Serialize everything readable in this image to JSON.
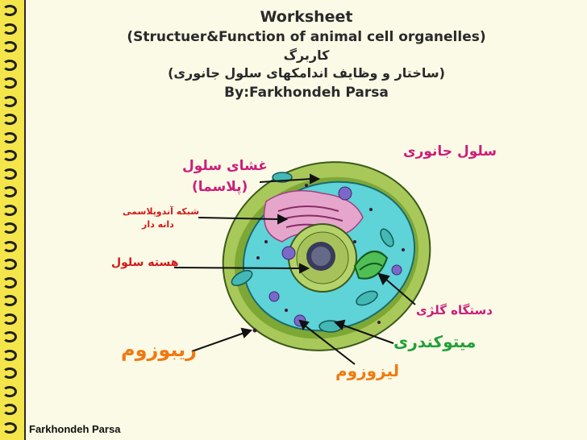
{
  "header": {
    "title": "Worksheet",
    "subtitle": "(Structuer&Function of animal cell organelles)",
    "persian_title": "کاربرگ",
    "persian_subtitle": "(ساختار و وظایف اندامکهای سلول جانوری)",
    "author_line": "By:Farkhondeh Parsa"
  },
  "labels": {
    "animal_cell": "سلول جانوری",
    "cell_membrane": "غشای سلول",
    "plasma": "(پلاسما)",
    "rough_er_line1": "شبکه آندوپلاسمی",
    "rough_er_line2": "دانه دار",
    "nucleus": "هسته سلول",
    "golgi": "دستگاه گلژی",
    "mitochondria": "میتوکندری",
    "ribosome": "ریبوزوم",
    "lysosome": "لیزوزوم"
  },
  "colors": {
    "binder": "#f4e64a",
    "magenta_label": "#cc1e7a",
    "red_label": "#d11a1a",
    "green_label": "#22a03a",
    "orange_label": "#f07a12",
    "cytoplasm": "#57d2d6",
    "outer_cell": "#8fbf4a"
  },
  "footer": {
    "author": "Farkhondeh Parsa"
  }
}
